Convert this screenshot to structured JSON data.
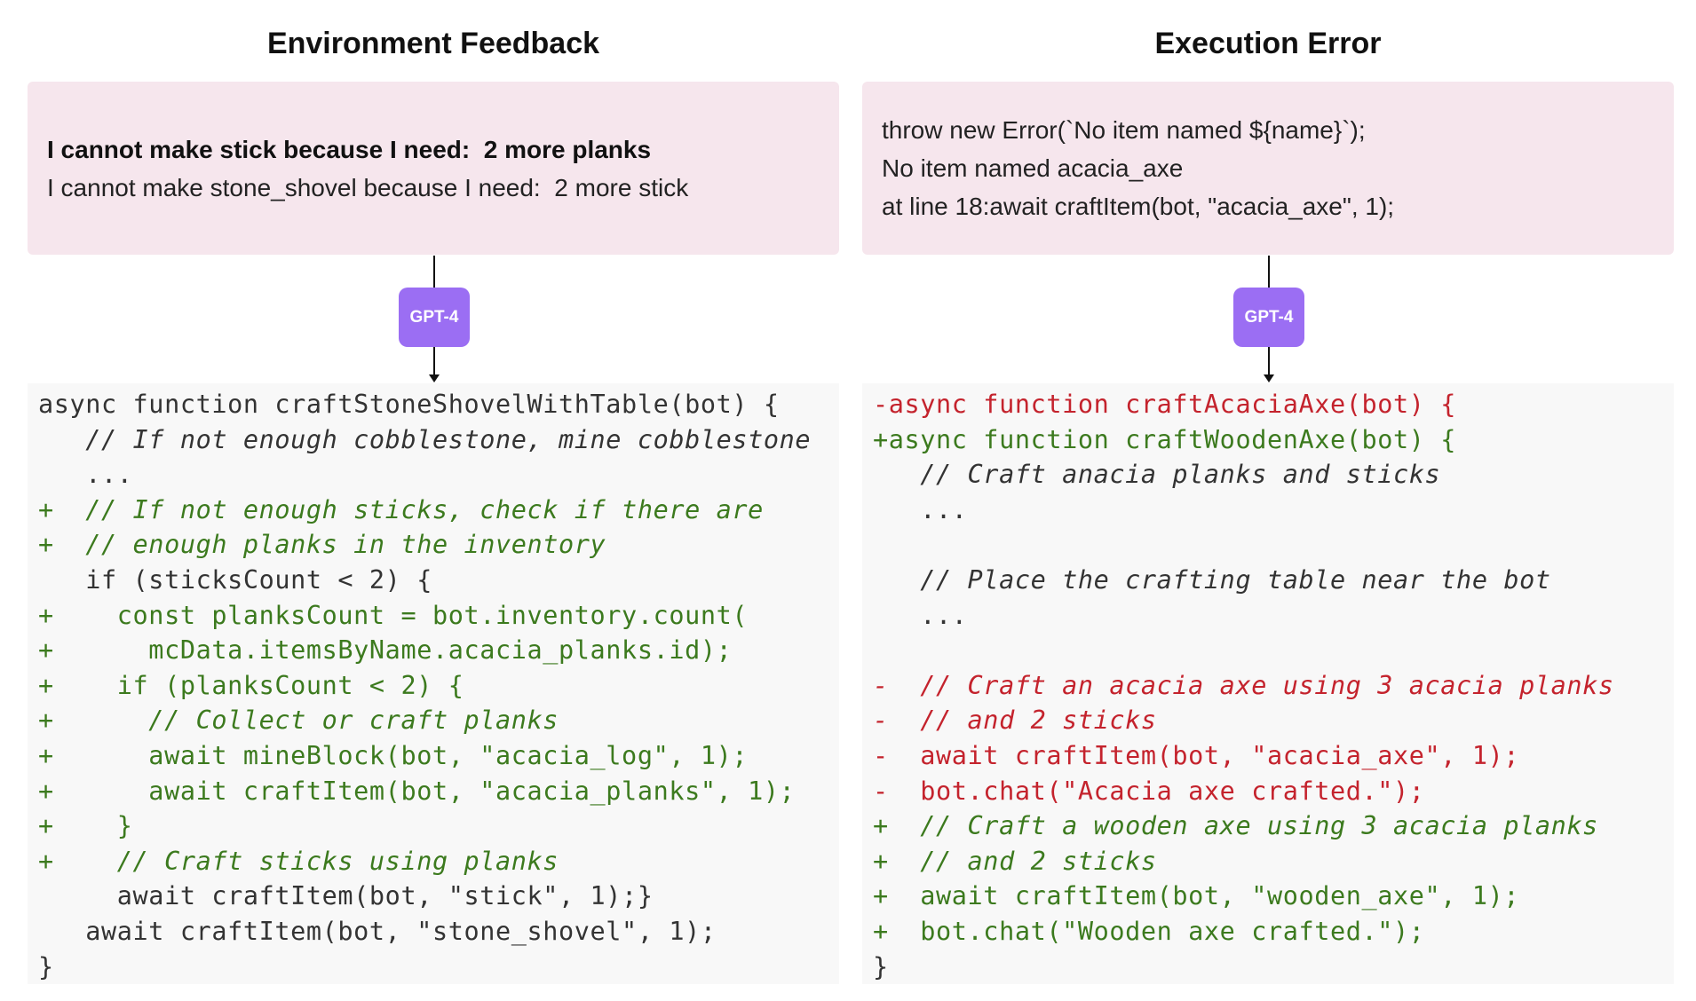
{
  "left": {
    "title": "Environment Feedback",
    "feedback": [
      "I cannot make stick because I need:  2 more planks",
      "I cannot make stone_shovel because I need:  2 more stick"
    ],
    "model": "GPT-4",
    "code": [
      {
        "text": "async function craftStoneShovelWithTable(bot) {",
        "kind": "ctx",
        "italic": false
      },
      {
        "text": "   // If not enough cobblestone, mine cobblestone",
        "kind": "ctx",
        "italic": true
      },
      {
        "text": "   ...",
        "kind": "ctx",
        "italic": false
      },
      {
        "text": "+  // If not enough sticks, check if there are",
        "kind": "add",
        "italic": true
      },
      {
        "text": "+  // enough planks in the inventory",
        "kind": "add",
        "italic": true
      },
      {
        "text": "   if (sticksCount < 2) {",
        "kind": "ctx",
        "italic": false
      },
      {
        "text": "+    const planksCount = bot.inventory.count(",
        "kind": "add",
        "italic": false
      },
      {
        "text": "+      mcData.itemsByName.acacia_planks.id);",
        "kind": "add",
        "italic": false
      },
      {
        "text": "+    if (planksCount < 2) {",
        "kind": "add",
        "italic": false
      },
      {
        "text": "+      // Collect or craft planks",
        "kind": "add",
        "italic": true
      },
      {
        "text": "+      await mineBlock(bot, \"acacia_log\", 1);",
        "kind": "add",
        "italic": false
      },
      {
        "text": "+      await craftItem(bot, \"acacia_planks\", 1);",
        "kind": "add",
        "italic": false
      },
      {
        "text": "+    }",
        "kind": "add",
        "italic": false
      },
      {
        "text": "+    // Craft sticks using planks",
        "kind": "add",
        "italic": true
      },
      {
        "text": "     await craftItem(bot, \"stick\", 1);}",
        "kind": "ctx",
        "italic": false
      },
      {
        "text": "   await craftItem(bot, \"stone_shovel\", 1);",
        "kind": "ctx",
        "italic": false
      },
      {
        "text": "}",
        "kind": "ctx",
        "italic": false
      }
    ]
  },
  "right": {
    "title": "Execution Error",
    "error": [
      "throw new Error(`No item named ${name}`);",
      "No item named acacia_axe",
      "at line 18:await craftItem(bot, \"acacia_axe\", 1);"
    ],
    "model": "GPT-4",
    "code": [
      {
        "text": "-async function craftAcaciaAxe(bot) {",
        "kind": "del",
        "italic": false
      },
      {
        "text": "+async function craftWoodenAxe(bot) {",
        "kind": "add",
        "italic": false
      },
      {
        "text": "   // Craft anacia planks and sticks",
        "kind": "ctx",
        "italic": true
      },
      {
        "text": "   ...",
        "kind": "ctx",
        "italic": false
      },
      {
        "text": "",
        "kind": "ctx",
        "italic": false
      },
      {
        "text": "   // Place the crafting table near the bot",
        "kind": "ctx",
        "italic": true
      },
      {
        "text": "   ...",
        "kind": "ctx",
        "italic": false
      },
      {
        "text": "",
        "kind": "ctx",
        "italic": false
      },
      {
        "text": "-  // Craft an acacia axe using 3 acacia planks",
        "kind": "del",
        "italic": true
      },
      {
        "text": "-  // and 2 sticks",
        "kind": "del",
        "italic": true
      },
      {
        "text": "-  await craftItem(bot, \"acacia_axe\", 1);",
        "kind": "del",
        "italic": false
      },
      {
        "text": "-  bot.chat(\"Acacia axe crafted.\");",
        "kind": "del",
        "italic": false
      },
      {
        "text": "+  // Craft a wooden axe using 3 acacia planks",
        "kind": "add",
        "italic": true
      },
      {
        "text": "+  // and 2 sticks",
        "kind": "add",
        "italic": true
      },
      {
        "text": "+  await craftItem(bot, \"wooden_axe\", 1);",
        "kind": "add",
        "italic": false
      },
      {
        "text": "+  bot.chat(\"Wooden axe crafted.\");",
        "kind": "add",
        "italic": false
      },
      {
        "text": "}",
        "kind": "ctx",
        "italic": false
      }
    ]
  },
  "colors": {
    "message_bg": "#f6e6ed",
    "code_bg": "#f8f8f8",
    "gpt_badge": "#9b6ef3",
    "added_line": "#3c7a1e",
    "removed_line": "#c4232d",
    "context_line": "#333333"
  }
}
